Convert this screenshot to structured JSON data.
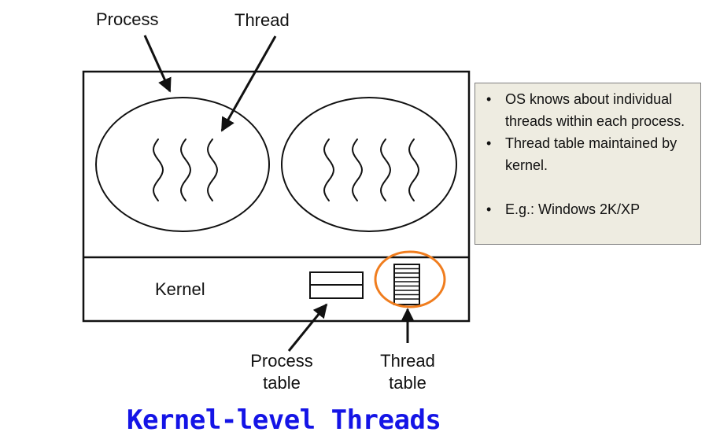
{
  "labels": {
    "process": "Process",
    "thread": "Thread",
    "kernel": "Kernel",
    "process_table_line1": "Process",
    "process_table_line2": "table",
    "thread_table_line1": "Thread",
    "thread_table_line2": "table"
  },
  "notes": [
    "OS knows about individual threads within each process.",
    "Thread table maintained by kernel.",
    "E.g.: Windows 2K/XP"
  ],
  "caption": "Kernel-level Threads",
  "colors": {
    "highlight": "#f07d1e",
    "caption": "#1414e6",
    "note_background": "#eeece1"
  }
}
